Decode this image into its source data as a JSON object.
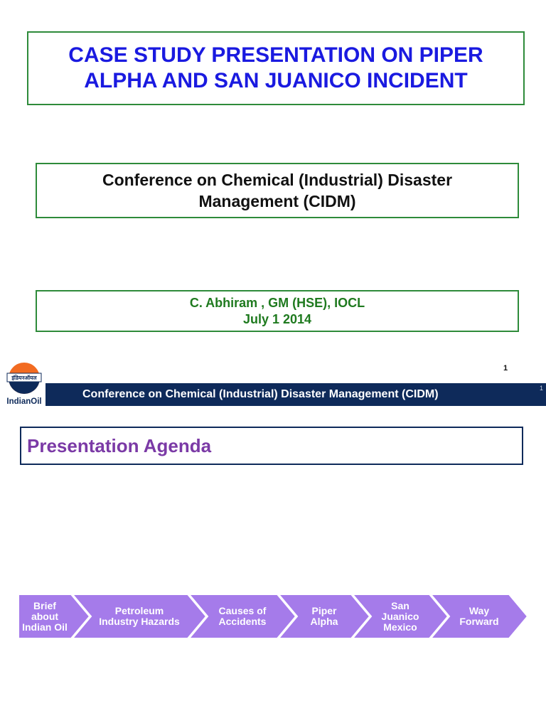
{
  "title": {
    "lines": [
      "CASE STUDY PRESENTATION ON PIPER",
      "ALPHA  AND SAN JUANICO INCIDENT"
    ]
  },
  "subtitle": {
    "lines": [
      "Conference on Chemical (Industrial) Disaster",
      "Management (CIDM)"
    ]
  },
  "author": {
    "name_line": "C. Abhiram , GM (HSE), IOCL",
    "date_line": "July 1 2014"
  },
  "page_number": "1",
  "logo": {
    "name": "indianoil-logo-icon",
    "text": "IndianOil",
    "hindi_text": "इंडियनऑयल",
    "brand_orange": "#f26b21",
    "brand_navy": "#0e2a5a"
  },
  "footer": {
    "text": "Conference on Chemical (Industrial) Disaster Management (CIDM)",
    "small_number": "1"
  },
  "agenda": {
    "title": "Presentation Agenda",
    "steps": [
      {
        "lines": [
          "Brief",
          "about",
          "Indian Oil"
        ]
      },
      {
        "lines": [
          "Petroleum",
          "Industry Hazards"
        ]
      },
      {
        "lines": [
          "Causes of",
          "Accidents"
        ]
      },
      {
        "lines": [
          "Piper",
          "Alpha"
        ]
      },
      {
        "lines": [
          "San",
          "Juanico",
          "Mexico"
        ]
      },
      {
        "lines": [
          "Way",
          "Forward"
        ]
      }
    ]
  },
  "colors": {
    "title_blue": "#1a1ae0",
    "box_border_green": "#2e8b3a",
    "author_green": "#1f7a1f",
    "footer_band": "#0e2a5a",
    "agenda_purple": "#7b3aa6",
    "chevron_fill": "#a57bea"
  }
}
